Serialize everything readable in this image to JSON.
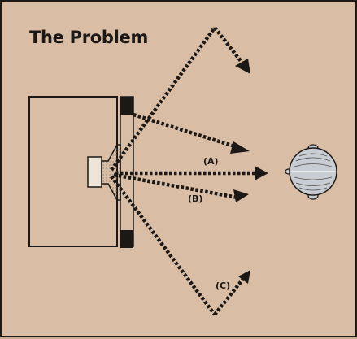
{
  "title": "The Problem",
  "labels": {
    "a": "(A)",
    "b": "(B)",
    "c": "(C)"
  },
  "colors": {
    "background": "#d9bea5",
    "ink": "#1b1816",
    "head": "#c8cdd3"
  },
  "icons": [
    "listener-head-icon",
    "loudspeaker-icon"
  ]
}
